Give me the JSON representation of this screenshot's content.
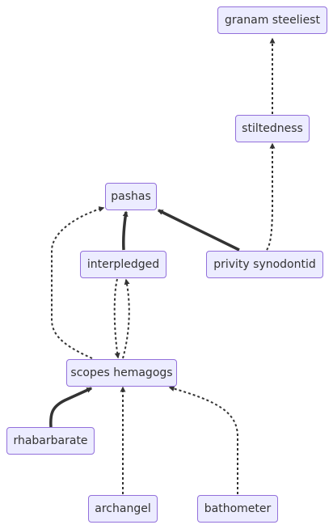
{
  "nodes": {
    "granam_steeliest": "granam steeliest",
    "stiltedness": "stiltedness",
    "pashas": "pashas",
    "interpledged": "interpledged",
    "privity_synodontid": "privity synodontid",
    "scopes_hemagogs": "scopes hemagogs",
    "rhabarbarate": "rhabarbarate",
    "archangel": "archangel",
    "bathometer": "bathometer"
  },
  "edges": [
    {
      "from": "stiltedness",
      "to": "granam_steeliest",
      "style": "dotted"
    },
    {
      "from": "privity_synodontid",
      "to": "stiltedness",
      "style": "dotted"
    },
    {
      "from": "privity_synodontid",
      "to": "pashas",
      "style": "solid"
    },
    {
      "from": "interpledged",
      "to": "pashas",
      "style": "solid"
    },
    {
      "from": "scopes_hemagogs",
      "to": "pashas",
      "style": "dotted"
    },
    {
      "from": "interpledged",
      "to": "scopes_hemagogs",
      "style": "dotted"
    },
    {
      "from": "scopes_hemagogs",
      "to": "interpledged",
      "style": "dotted"
    },
    {
      "from": "rhabarbarate",
      "to": "scopes_hemagogs",
      "style": "solid"
    },
    {
      "from": "archangel",
      "to": "scopes_hemagogs",
      "style": "dotted"
    },
    {
      "from": "bathometer",
      "to": "scopes_hemagogs",
      "style": "dotted"
    }
  ],
  "colors": {
    "node_fill": "#ECECFF",
    "node_border": "#9370DB",
    "edge": "#333333",
    "text": "#333333"
  }
}
